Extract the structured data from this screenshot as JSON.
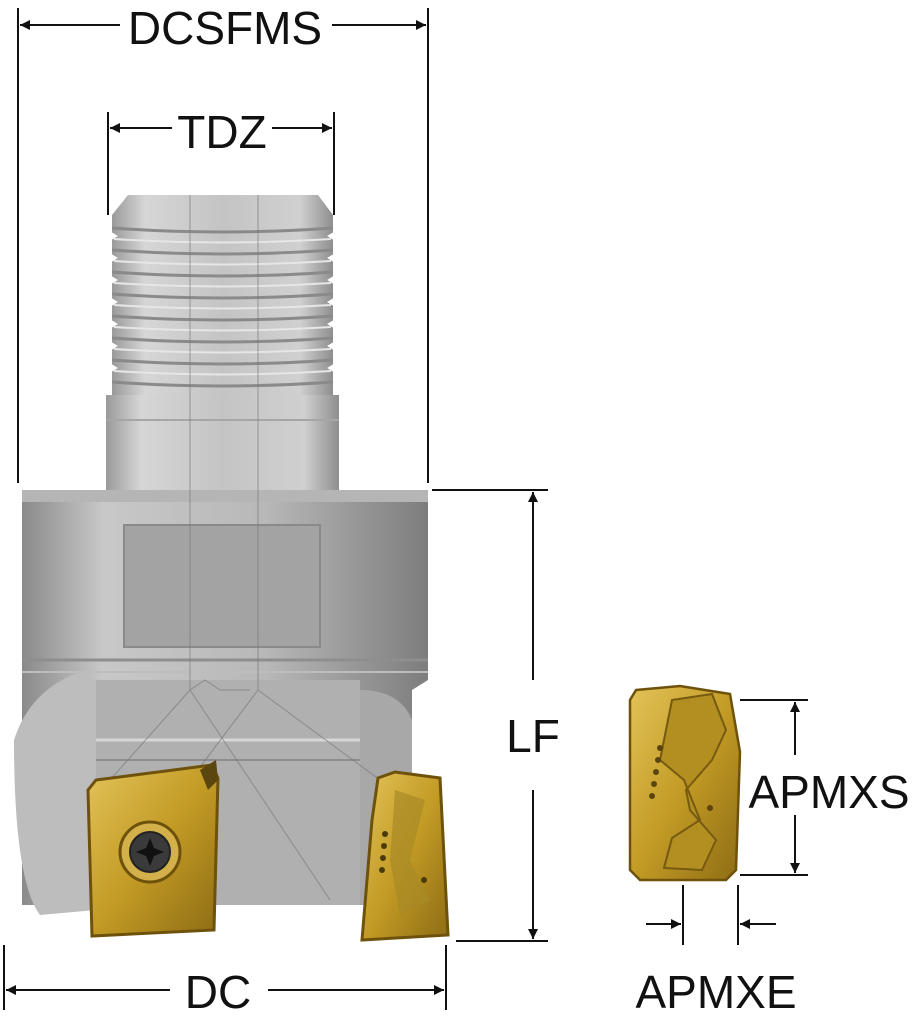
{
  "dimensions": {
    "dcsfms": "DCSFMS",
    "tdz": "TDZ",
    "lf": "LF",
    "dc": "DC",
    "apmxs": "APMXS",
    "apmxe": "APMXE"
  },
  "colors": {
    "body": "#c9c9c9",
    "body_dark": "#9e9e9e",
    "insert_gold": "#c8a42a",
    "insert_dark": "#7a5e10",
    "dimension_line": "#111111"
  },
  "icon_names": [
    "cutter-body",
    "threaded-shank",
    "insert-front",
    "insert-side",
    "insert-detail",
    "torx-screw"
  ]
}
